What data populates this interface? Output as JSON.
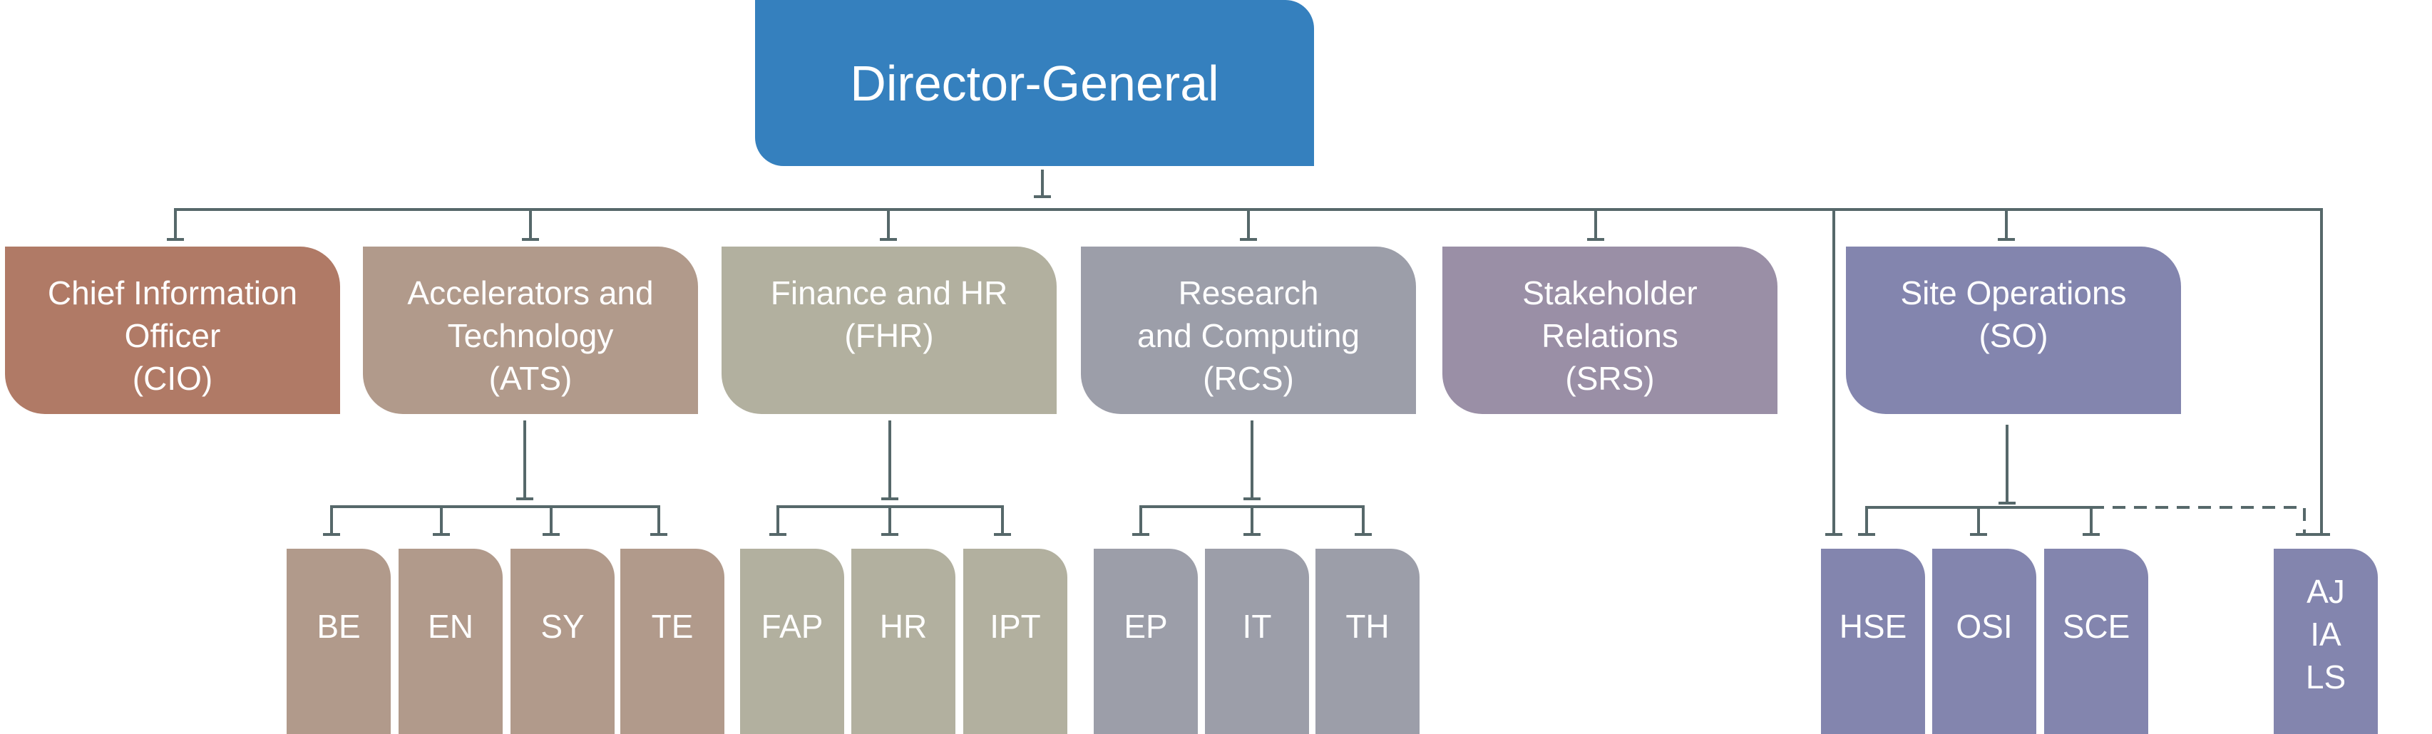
{
  "director": {
    "label": "Director-General",
    "color": "#3580be"
  },
  "departments": [
    {
      "lines": [
        "Chief Information",
        "Officer",
        "(CIO)"
      ],
      "color": "#b07a66"
    },
    {
      "lines": [
        "Accelerators and",
        "Technology",
        "(ATS)"
      ],
      "color": "#b19a8b"
    },
    {
      "lines": [
        "Finance and HR",
        "(FHR)"
      ],
      "color": "#b2b09f"
    },
    {
      "lines": [
        "Research",
        "and Computing",
        "(RCS)"
      ],
      "color": "#9c9ea9"
    },
    {
      "lines": [
        "Stakeholder",
        "Relations",
        "(SRS)"
      ],
      "color": "#9a8fa6"
    },
    {
      "lines": [
        "Site Operations",
        "(SO)"
      ],
      "color": "#8385ae"
    }
  ],
  "units": {
    "ats": [
      "BE",
      "EN",
      "SY",
      "TE"
    ],
    "fhr": [
      "FAP",
      "HR",
      "IPT"
    ],
    "rcs": [
      "EP",
      "IT",
      "TH"
    ],
    "so": [
      "HSE",
      "OSI",
      "SCE"
    ],
    "dg_direct": [
      "AJ",
      "IA",
      "LS"
    ]
  },
  "line_color": "#56686a"
}
